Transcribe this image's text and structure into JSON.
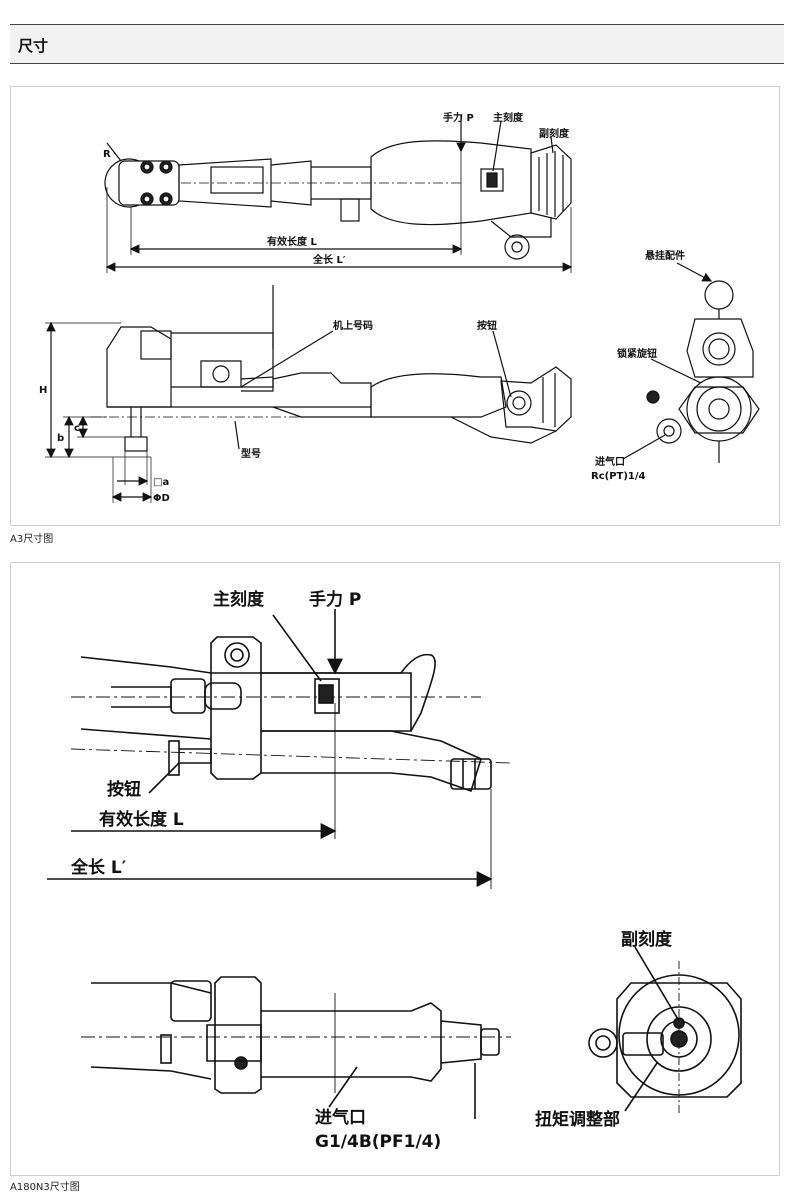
{
  "section": {
    "title": "尺寸"
  },
  "fig1": {
    "caption": "A3尺寸图",
    "labels": {
      "r": "R",
      "hand_force": "手力 P",
      "main_scale": "主刻度",
      "sub_scale": "副刻度",
      "effective_length": "有效长度 L",
      "total_length": "全长 L′",
      "hanger": "悬挂配件",
      "machine_number": "机上号码",
      "button": "按钮",
      "lock_knob": "锁紧旋钮",
      "h": "H",
      "b": "b",
      "c": "c",
      "model": "型号",
      "inlet": "进气口",
      "inlet_thread": "Rc(PT)1/4",
      "square_a": "□a",
      "diameter_d": "ΦD"
    }
  },
  "fig2": {
    "caption": "A180N3尺寸图",
    "labels": {
      "main_scale": "主刻度",
      "hand_force": "手力 P",
      "button": "按钮",
      "effective_length": "有效长度 L",
      "total_length": "全长 L′",
      "sub_scale": "副刻度",
      "inlet": "进气口",
      "inlet_thread": "G1/4B(PF1/4)",
      "torque_adjust": "扭矩调整部"
    }
  }
}
